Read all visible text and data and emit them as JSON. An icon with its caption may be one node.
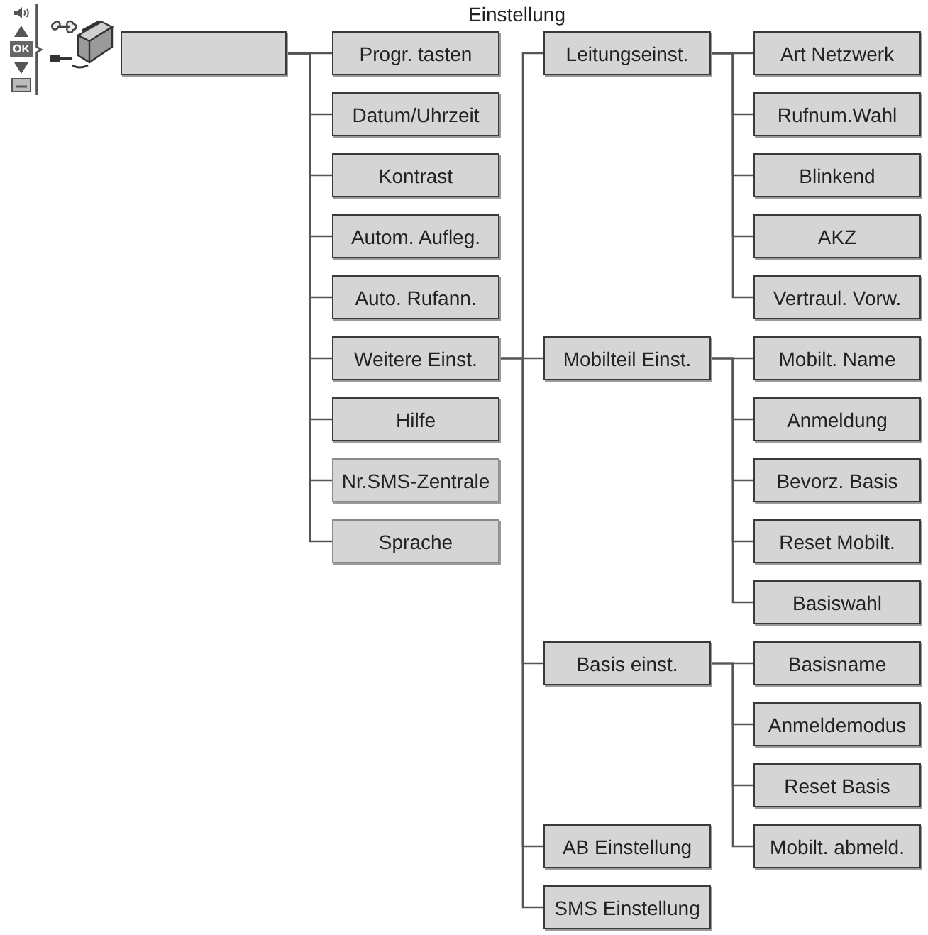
{
  "diagram": {
    "nodes": [
      {
        "text": [],
        "shape": "box"
      },
      {
        "text": [
          "Progr. tasten"
        ]
      },
      {
        "text": [
          "Datum/Uhrzeit"
        ]
      },
      {
        "text": [
          "Kontrast"
        ]
      },
      {
        "text": [
          "Autom. Aufleg."
        ]
      },
      {
        "text": [
          "Auto. Rufann."
        ]
      },
      {
        "text": [
          "Weitere Einst."
        ]
      },
      {
        "text": [
          "Hilfe"
        ]
      },
      {
        "text": [
          "Nr.SMS-Zentrale"
        ]
      },
      {
        "text": [
          "Sprache"
        ]
      },
      {
        "text": [
          "Leitungseinst."
        ]
      },
      {
        "text": [
          "Mobilteil Einst."
        ]
      },
      {
        "text": [
          "Basis einst."
        ]
      },
      {
        "text": [
          "AB Einstellung"
        ]
      },
      {
        "text": [
          "SMS Einstellung"
        ]
      },
      {
        "text": [
          "Art Netzwerk"
        ]
      },
      {
        "text": [
          "Rufnum.Wahl"
        ]
      },
      {
        "text": [
          "Blinkend"
        ]
      },
      {
        "text": [
          "AKZ"
        ]
      },
      {
        "text": [
          "Vertraul. Vorw."
        ]
      },
      {
        "text": [
          "Mobilt. Name"
        ]
      },
      {
        "text": [
          "Anmeldung"
        ]
      },
      {
        "text": [
          "Bevorz. Basis"
        ]
      },
      {
        "text": [
          "Reset Mobilt."
        ]
      },
      {
        "text": [
          "Basiswahl"
        ]
      },
      {
        "text": [
          "Basisname"
        ]
      },
      {
        "text": [
          "Anmeldemodus"
        ]
      },
      {
        "text": [
          "Reset Basis"
        ]
      },
      {
        "text": [
          "Mobilt. abmeld."
        ]
      }
    ],
    "edges": [
      {
        "from": 0,
        "to": 1,
        "arrow": "none"
      },
      {
        "from": 0,
        "to": 2,
        "arrow": "none"
      },
      {
        "from": 0,
        "to": 3,
        "arrow": "none"
      },
      {
        "from": 0,
        "to": 4,
        "arrow": "none"
      },
      {
        "from": 0,
        "to": 5,
        "arrow": "none"
      },
      {
        "from": 0,
        "to": 6,
        "arrow": "none"
      },
      {
        "from": 0,
        "to": 7,
        "arrow": "none"
      },
      {
        "from": 0,
        "to": 8,
        "arrow": "none"
      },
      {
        "from": 0,
        "to": 9,
        "arrow": "none"
      },
      {
        "from": 6,
        "to": 10,
        "arrow": "none"
      },
      {
        "from": 6,
        "to": 11,
        "arrow": "none"
      },
      {
        "from": 6,
        "to": 12,
        "arrow": "none"
      },
      {
        "from": 6,
        "to": 13,
        "arrow": "none"
      },
      {
        "from": 6,
        "to": 14,
        "arrow": "none"
      },
      {
        "from": 10,
        "to": 15,
        "arrow": "none"
      },
      {
        "from": 10,
        "to": 16,
        "arrow": "none"
      },
      {
        "from": 10,
        "to": 17,
        "arrow": "none"
      },
      {
        "from": 10,
        "to": 18,
        "arrow": "none"
      },
      {
        "from": 10,
        "to": 19,
        "arrow": "none"
      },
      {
        "from": 11,
        "to": 20,
        "arrow": "none"
      },
      {
        "from": 11,
        "to": 21,
        "arrow": "none"
      },
      {
        "from": 11,
        "to": 22,
        "arrow": "none"
      },
      {
        "from": 11,
        "to": 23,
        "arrow": "none"
      },
      {
        "from": 11,
        "to": 24,
        "arrow": "none"
      },
      {
        "from": 12,
        "to": 25,
        "arrow": "none"
      },
      {
        "from": 12,
        "to": 26,
        "arrow": "none"
      },
      {
        "from": 12,
        "to": 27,
        "arrow": "none"
      },
      {
        "from": 12,
        "to": 28,
        "arrow": "none"
      }
    ],
    "labels": [
      "OK",
      "Einstellung"
    ]
  }
}
